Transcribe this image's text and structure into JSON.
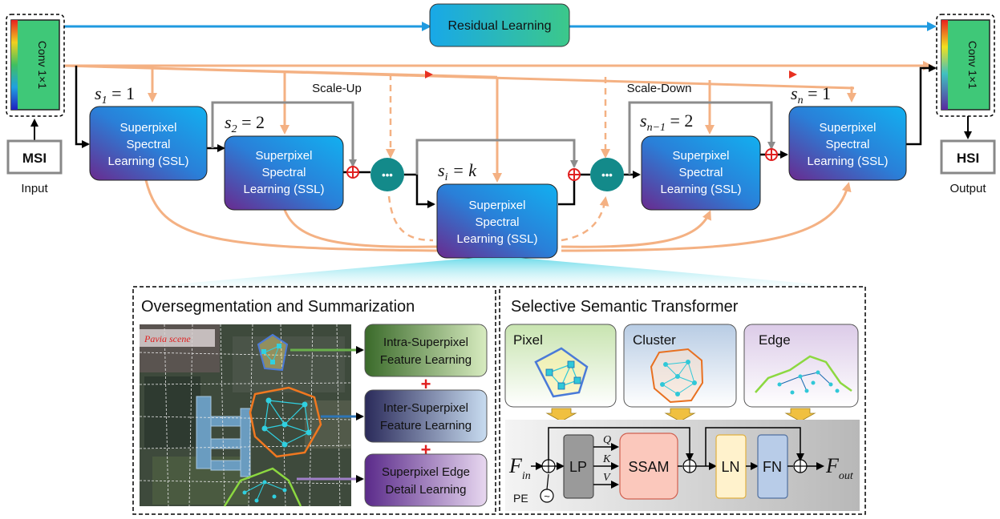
{
  "top": {
    "residual": "Residual Learning",
    "conv_in": "Conv 1×1",
    "conv_out": "Conv 1×1",
    "msi": "MSI",
    "input": "Input",
    "hsi": "HSI",
    "output": "Output",
    "scale_up": "Scale-Up",
    "scale_down": "Scale-Down",
    "ssl_line1": "Superpixel",
    "ssl_line2": "Spectral",
    "ssl_line3": "Learning (SSL)",
    "ellipsis": "•••",
    "scales": [
      {
        "base": "s",
        "sub": "1",
        "rest": " = 1"
      },
      {
        "base": "s",
        "sub": "2",
        "rest": " = 2"
      },
      {
        "base": "s",
        "sub": "i",
        "rest": " = k"
      },
      {
        "base": "s",
        "sub": "n−1",
        "rest": " = 2"
      },
      {
        "base": "s",
        "sub": "n",
        "rest": " = 1"
      }
    ]
  },
  "left_panel": {
    "title": "Oversegmentation and Summarization",
    "scene": "Pavia scene",
    "intra_1": "Intra-Superpixel",
    "intra_2": "Feature Learning",
    "inter_1": "Inter-Superpixel",
    "inter_2": "Feature Learning",
    "edge_1": "Superpixel Edge",
    "edge_2": "Detail Learning",
    "plus": "+"
  },
  "right_panel": {
    "title": "Selective Semantic Transformer",
    "pixel": "Pixel",
    "cluster": "Cluster",
    "edge": "Edge",
    "lp": "LP",
    "ssam": "SSAM",
    "ln": "LN",
    "fn": "FN",
    "q": "Q",
    "k": "K",
    "v": "V",
    "pe": "PE",
    "fin_base": "F",
    "fin_sub": "in",
    "fout_base": "F",
    "fout_sub": "out"
  },
  "colors": {
    "orange_arrow": "#f4b183",
    "blue_arrow": "#1f9ae0",
    "teal_node": "#138a8a",
    "ssl_top": "#1aa4ea",
    "ssl_bottom": "#6a2c91"
  }
}
